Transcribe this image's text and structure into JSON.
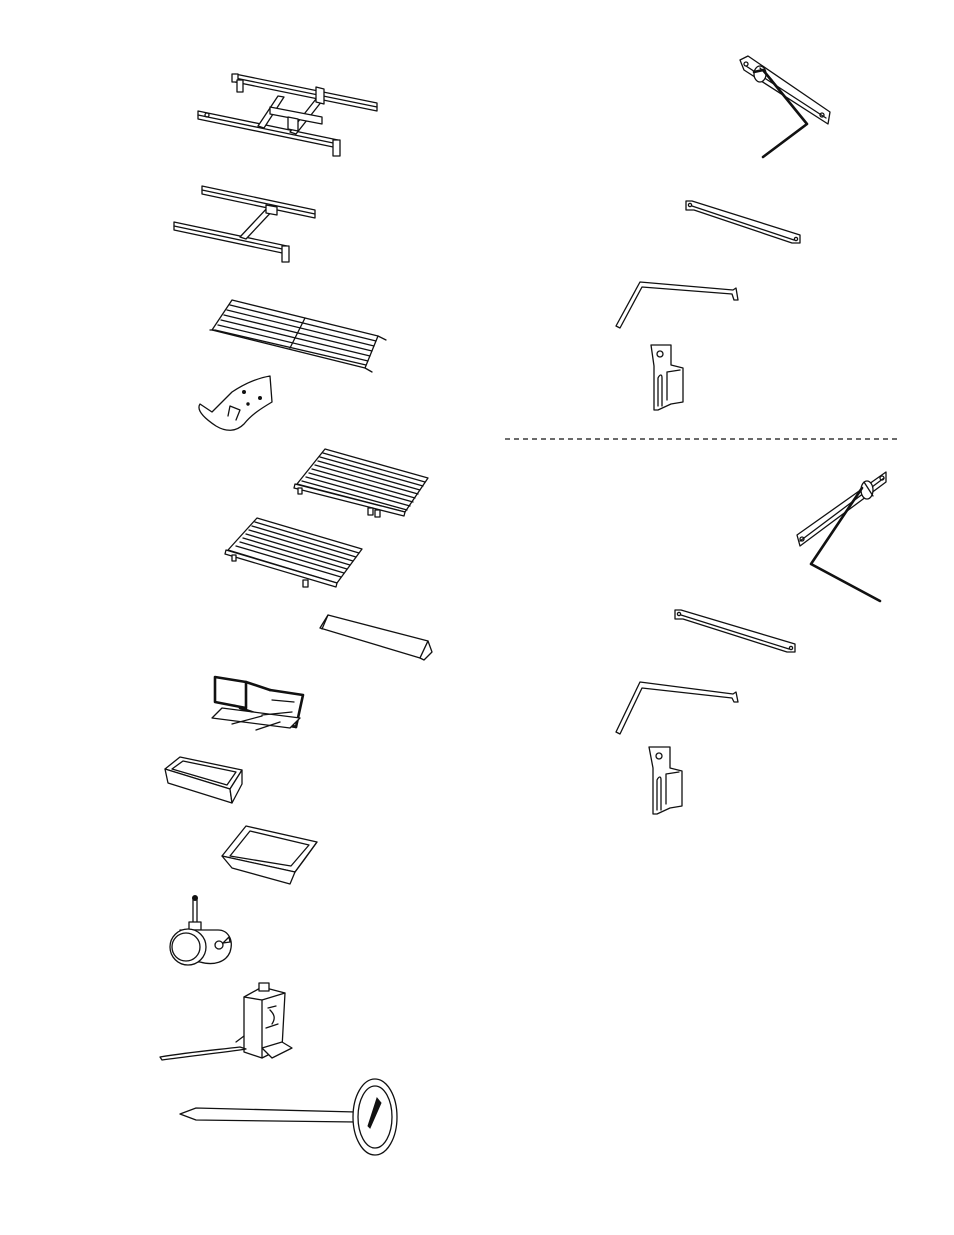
{
  "page": {
    "left_column": [
      "main-frame-assembly",
      "lower-frame-assembly",
      "wire-warming-rack",
      "curved-heat-deflector",
      "upper-cooking-grate",
      "lower-cooking-grate",
      "angle-heat-shield",
      "burner-support-bracket",
      "grease-tray",
      "drip-pan",
      "caster-wheel",
      "igniter-assembly",
      "meat-thermometer"
    ],
    "right_upper_group": [
      "door-hinge-rod-upper",
      "hinge-bracket-upper",
      "handle-rod-upper",
      "latch-clip-upper"
    ],
    "right_lower_group": [
      "door-hinge-rod-lower",
      "hinge-bracket-lower",
      "handle-rod-lower",
      "latch-clip-lower"
    ],
    "colors": {
      "ink": "#111111",
      "paper": "#ffffff"
    }
  }
}
